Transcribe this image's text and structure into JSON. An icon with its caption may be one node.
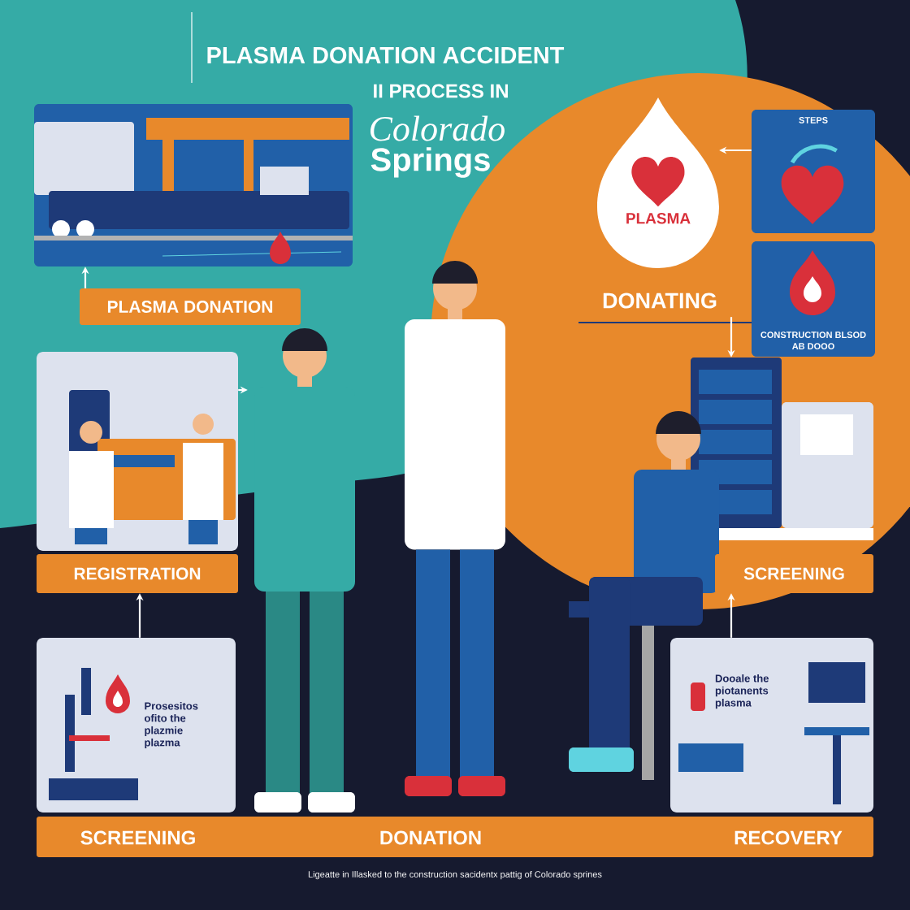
{
  "diagram": {
    "title": "PLASMA DONATION ACCIDENT",
    "nodes": [
      {
        "text": [],
        "shape": "picture"
      },
      {
        "text": [
          "PLASMA DONATION"
        ]
      },
      {
        "text": [
          "PLASMA"
        ]
      },
      {
        "text": [
          "STEPS"
        ]
      },
      {
        "text": [
          "CONSTRUCTION BLSOD AB DOOO"
        ]
      },
      {
        "text": [
          "DONATING"
        ]
      },
      {
        "text": [],
        "shape": "picture"
      },
      {
        "text": [
          "REGISTRATION"
        ]
      },
      {
        "text": [],
        "shape": "person"
      },
      {
        "text": [],
        "shape": "picture"
      },
      {
        "text": [
          "SCREENING"
        ]
      },
      {
        "text": [
          "Prosesitos ofito the plazmie plazma"
        ]
      },
      {
        "text": [
          "Dooale the piotanents plasma"
        ]
      },
      {
        "text": [
          "SCREENING",
          "DONATION",
          "RECOVERY"
        ]
      }
    ],
    "edges": [
      {
        "from": 1,
        "to": 0,
        "arrow": "to"
      },
      {
        "from": 3,
        "to": 2,
        "arrow": "to"
      },
      {
        "from": 5,
        "to": 9,
        "arrow": "to"
      },
      {
        "from": 6,
        "to": 8,
        "arrow": "to"
      },
      {
        "from": 11,
        "to": 7,
        "arrow": "to"
      },
      {
        "from": 12,
        "to": 10,
        "arrow": "to"
      }
    ],
    "labels": [
      "II PROCESS IN",
      "Colorado",
      "Springs",
      "Ligeatte in Illasked to the construction sacidentx pattig of Colorado sprines"
    ]
  }
}
